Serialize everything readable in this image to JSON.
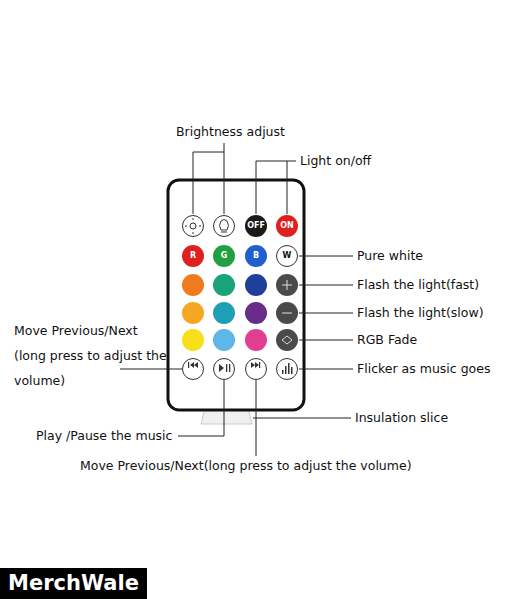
{
  "diagram": {
    "nodes": [
      {
        "text": [
          "OFF"
        ]
      },
      {
        "text": [
          "ON"
        ]
      },
      {
        "text": [
          "R"
        ]
      },
      {
        "text": [
          "G"
        ]
      },
      {
        "text": [
          "B"
        ]
      },
      {
        "text": [
          "W"
        ]
      }
    ],
    "labels": [
      "Brightness adjust",
      "Light on/off",
      "Pure white",
      "Flash the light(fast)",
      "Flash the light(slow)",
      "RGB Fade",
      "Flicker as music goes",
      "Move Previous/Next (long press to adjust the volume)",
      "Insulation slice",
      "Play /Pause the music",
      "Move Previous/Next(long press to adjust the volume)",
      "MerchWale"
    ]
  }
}
